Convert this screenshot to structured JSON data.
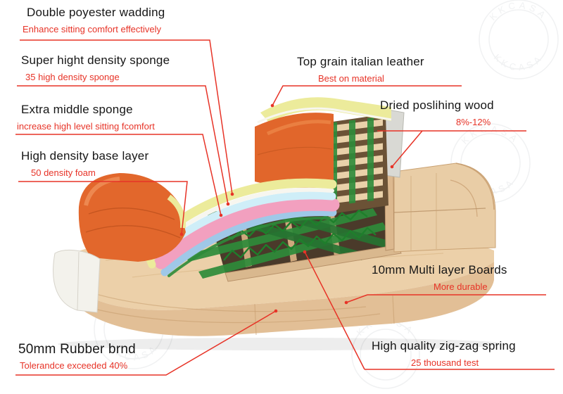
{
  "watermark": {
    "text": "KKCASA"
  },
  "colors": {
    "accent_red": "#e73327",
    "wood": "#e6c8a2",
    "leather_orange": "#e1662b",
    "wadding_yellow": "#eceb9b",
    "sponge_pink": "#f2a0bf",
    "sponge_blue": "#cfeef8",
    "spring_green": "#2e8b3a"
  },
  "callouts": [
    {
      "id": "wadding",
      "title": "Double poyester wadding",
      "subtitle": "Enhance sitting comfort effectively"
    },
    {
      "id": "super-sponge",
      "title": "Super hight density sponge",
      "subtitle": "35 high density sponge"
    },
    {
      "id": "middle-sponge",
      "title": "Extra middle sponge",
      "subtitle": "increase high level sitting fcomfort"
    },
    {
      "id": "base-layer",
      "title": "High density base layer",
      "subtitle": "50 density foam"
    },
    {
      "id": "rubber",
      "title": "50mm Rubber brnd",
      "subtitle": "Tolerandce exceeded 40%"
    },
    {
      "id": "leather",
      "title": "Top grain italian leather",
      "subtitle": "Best on material"
    },
    {
      "id": "wood",
      "title": "Dried poslihing wood",
      "subtitle": "8%-12%"
    },
    {
      "id": "boards",
      "title": "10mm Multi layer Boards",
      "subtitle": "More durable"
    },
    {
      "id": "spring",
      "title": "High quality zig-zag spring",
      "subtitle": "25 thousand test"
    }
  ]
}
